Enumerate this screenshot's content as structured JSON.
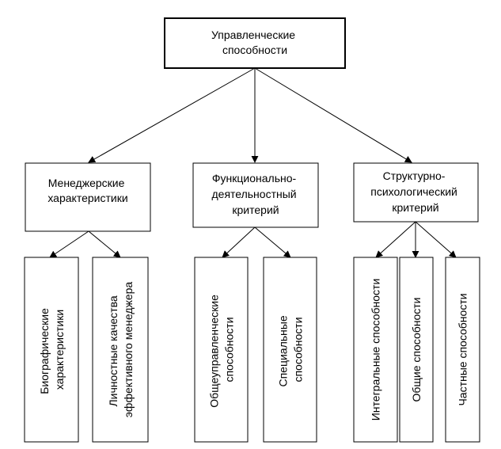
{
  "root": {
    "label_lines": [
      "Управленческие",
      "способности"
    ]
  },
  "categories": [
    {
      "label_lines": [
        "Менеджерские",
        "характеристики"
      ],
      "children": [
        {
          "label_lines": [
            "Биографические",
            "характеристики"
          ]
        },
        {
          "label_lines": [
            "Личностные качества",
            "эффективного менеджера"
          ]
        }
      ]
    },
    {
      "label_lines": [
        "Функционально-",
        "деятельностный",
        "критерий"
      ],
      "children": [
        {
          "label_lines": [
            "Общеуправленческие",
            "способности"
          ]
        },
        {
          "label_lines": [
            "Специальные",
            "способности"
          ]
        }
      ]
    },
    {
      "label_lines": [
        "Структурно-",
        "психологический",
        "критерий"
      ],
      "children": [
        {
          "label_lines": [
            "Интегральные способности"
          ]
        },
        {
          "label_lines": [
            "Общие способности"
          ]
        },
        {
          "label_lines": [
            "Частные способности"
          ]
        }
      ]
    }
  ],
  "colors": {
    "stroke": "#000000",
    "fill": "#ffffff",
    "text": "#000000"
  }
}
